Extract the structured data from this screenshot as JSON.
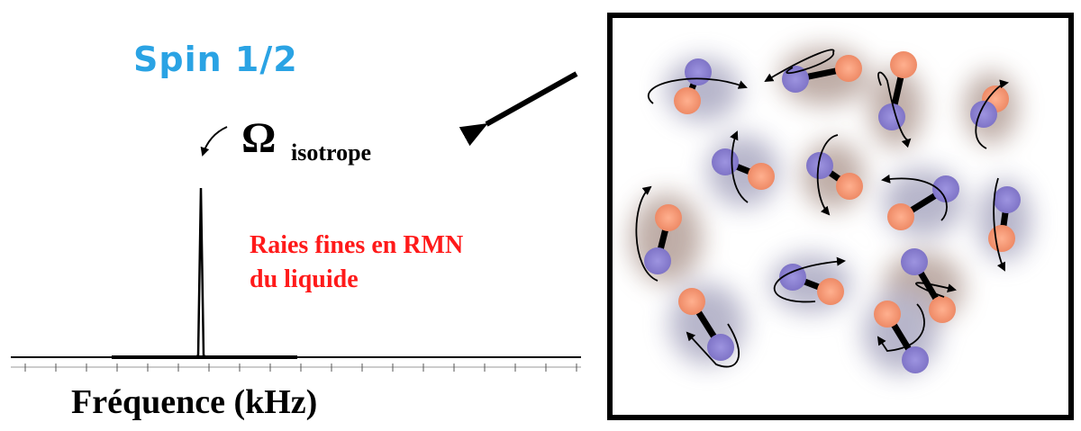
{
  "spectrum": {
    "title": "Spin 1/2",
    "peak_symbol": "Ω",
    "peak_subscript": "isotrope",
    "annotation_line1": "Raies fines en RMN",
    "annotation_line2": "du liquide",
    "x_axis_label": "Fréquence (kHz)"
  },
  "colors": {
    "title": "#2aa3e4",
    "annotation": "#ff1a1a",
    "atom_orange": "#f2906e",
    "atom_blue": "#8a7fd0"
  }
}
